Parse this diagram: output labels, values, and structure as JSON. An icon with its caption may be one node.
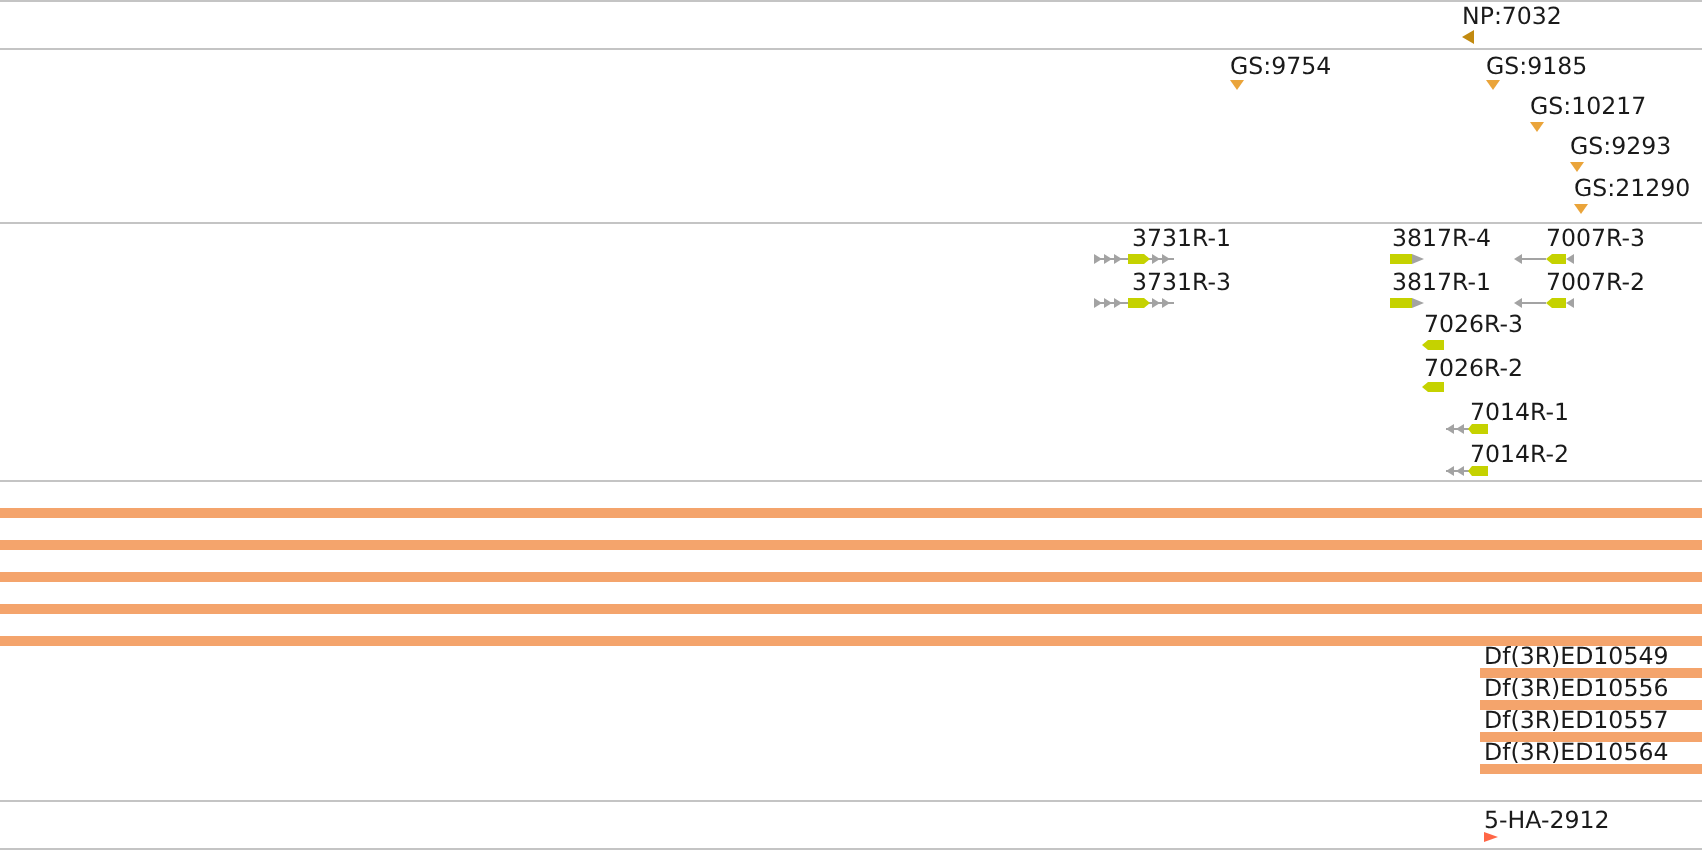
{
  "diagram": {
    "labels": [
      "NP:7032",
      "GS:9754",
      "GS:9185",
      "GS:10217",
      "GS:9293",
      "GS:21290",
      "3731R-1",
      "3817R-4",
      "7007R-3",
      "3731R-3",
      "3817R-1",
      "7007R-2",
      "7026R-3",
      "7026R-2",
      "7014R-1",
      "7014R-2",
      "Df(3R)ED10549",
      "Df(3R)ED10556",
      "Df(3R)ED10557",
      "Df(3R)ED10564",
      "5-HA-2912"
    ]
  }
}
